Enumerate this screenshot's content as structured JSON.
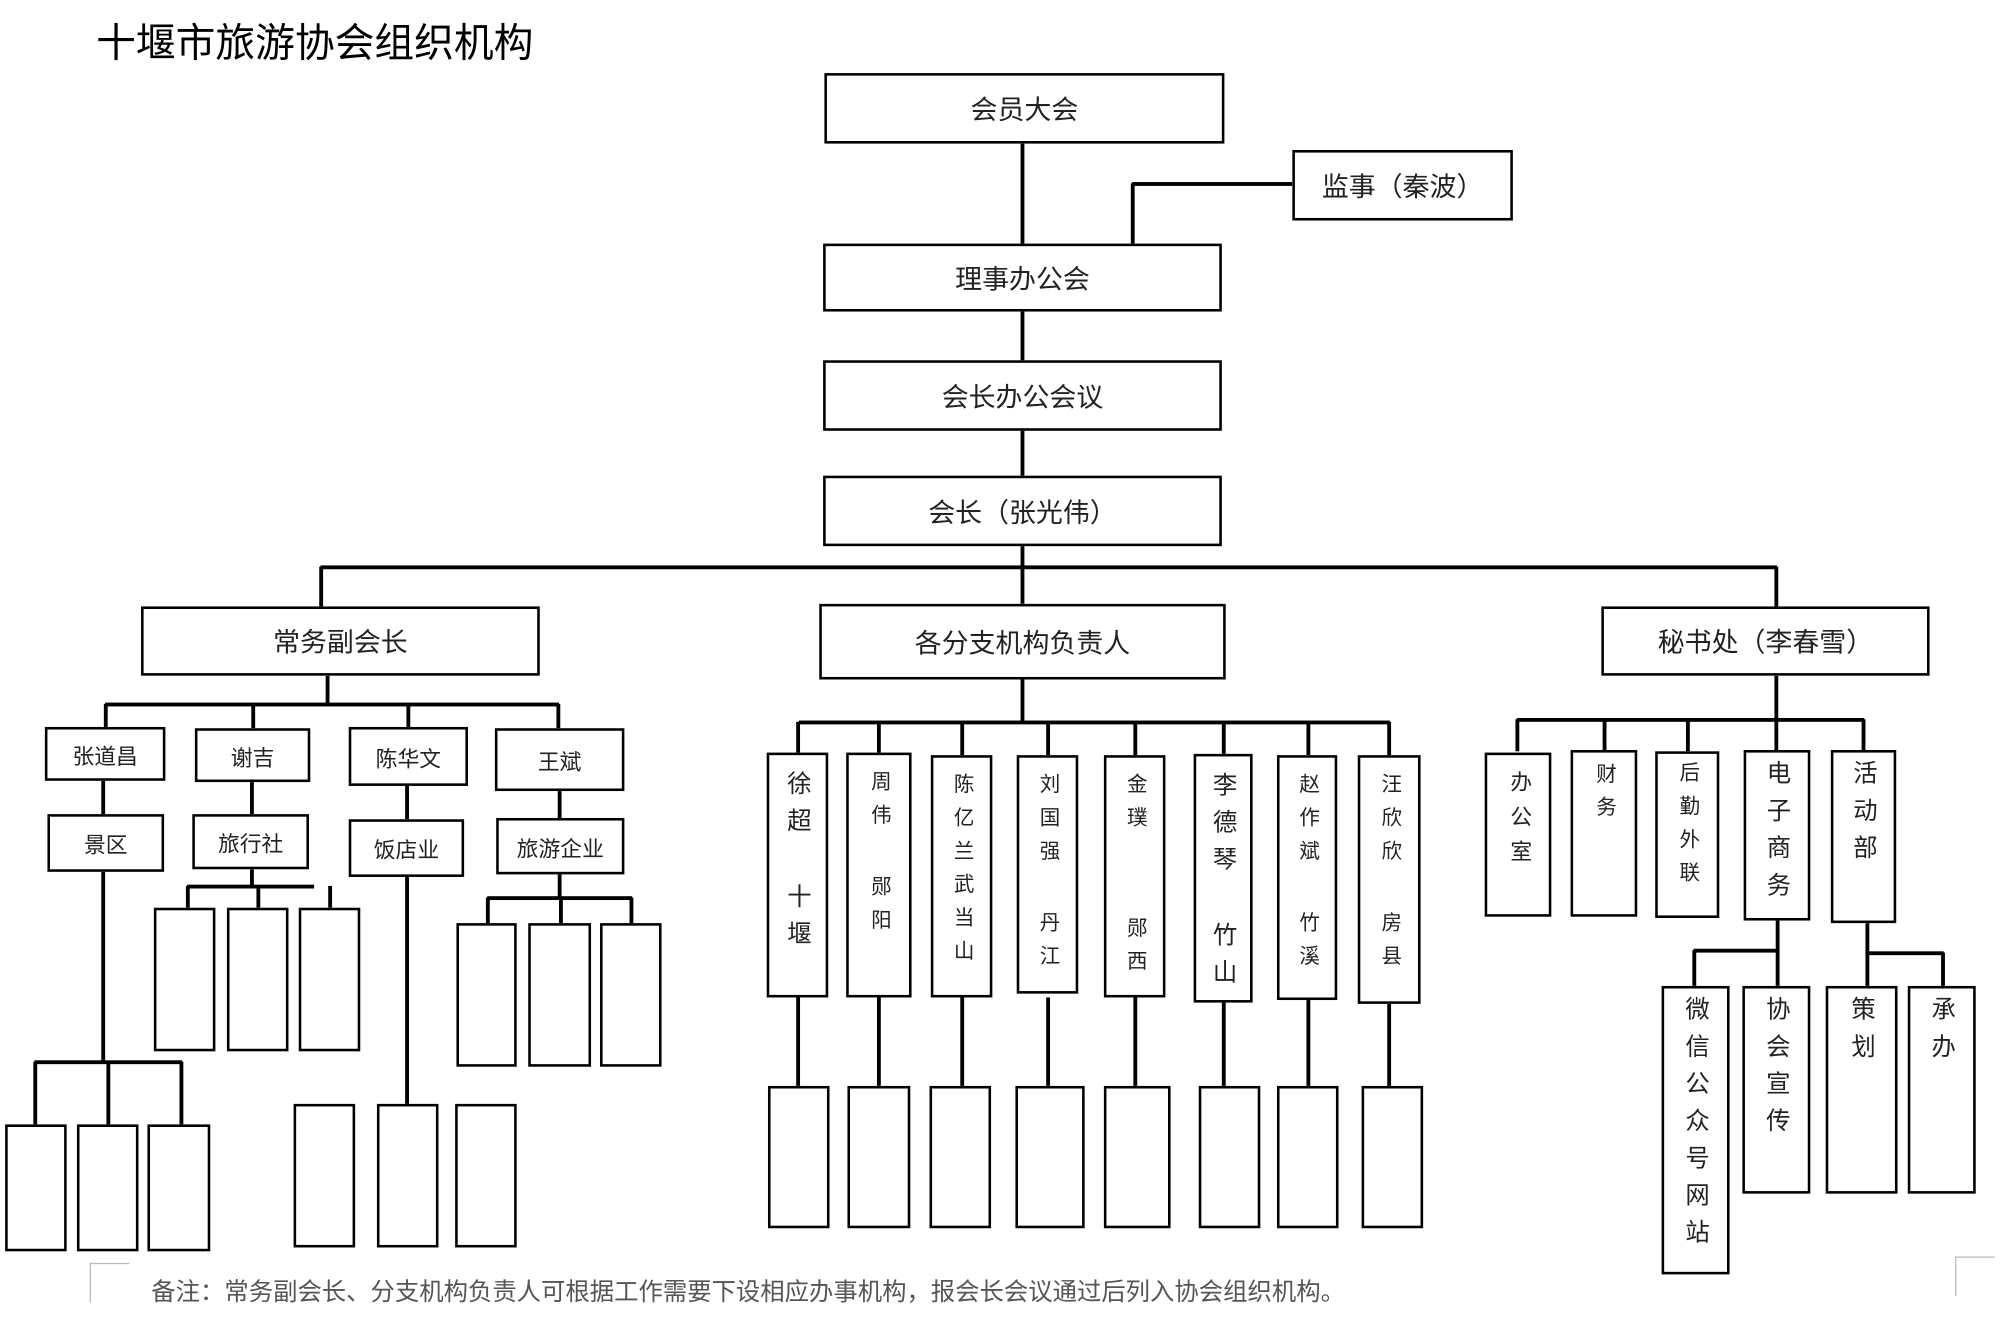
{
  "title": "十堰市旅游协会组织机构",
  "top": {
    "assembly": "会员大会",
    "supervisor": "监事（秦波）",
    "council": "理事办公会",
    "president_meeting": "会长办公会议",
    "president": "会长（张光伟）"
  },
  "left": {
    "label": "常务副会长",
    "members": [
      {
        "name": "张道昌",
        "sector": "景区"
      },
      {
        "name": "谢吉",
        "sector": "旅行社"
      },
      {
        "name": "陈华文",
        "sector": "饭店业"
      },
      {
        "name": "王斌",
        "sector": "旅游企业"
      }
    ]
  },
  "middle": {
    "label": "各分支机构负责人",
    "branches": [
      {
        "name": "徐超",
        "area": "十堰"
      },
      {
        "name": "周伟",
        "area": "郧阳"
      },
      {
        "name": "陈亿兰",
        "area": "武当山"
      },
      {
        "name": "刘国强",
        "area": "丹江"
      },
      {
        "name": "金璞",
        "area": "郧西"
      },
      {
        "name": "李德琴",
        "area": "竹山"
      },
      {
        "name": "赵作斌",
        "area": "竹溪"
      },
      {
        "name": "汪欣欣",
        "area": "房县"
      }
    ]
  },
  "right": {
    "label": "秘书处（李春雪）",
    "departments": [
      "办公室",
      "财务",
      "后勤外联",
      "电子商务",
      "活动部"
    ],
    "ecommerce_sub": [
      "微信公众号网站",
      "协会宣传"
    ],
    "activity_sub": [
      "策划",
      "承办"
    ]
  },
  "footnote": "备注：常务副会长、分支机构负责人可根据工作需要下设相应办事机构，报会长会议通过后列入协会组织机构。"
}
